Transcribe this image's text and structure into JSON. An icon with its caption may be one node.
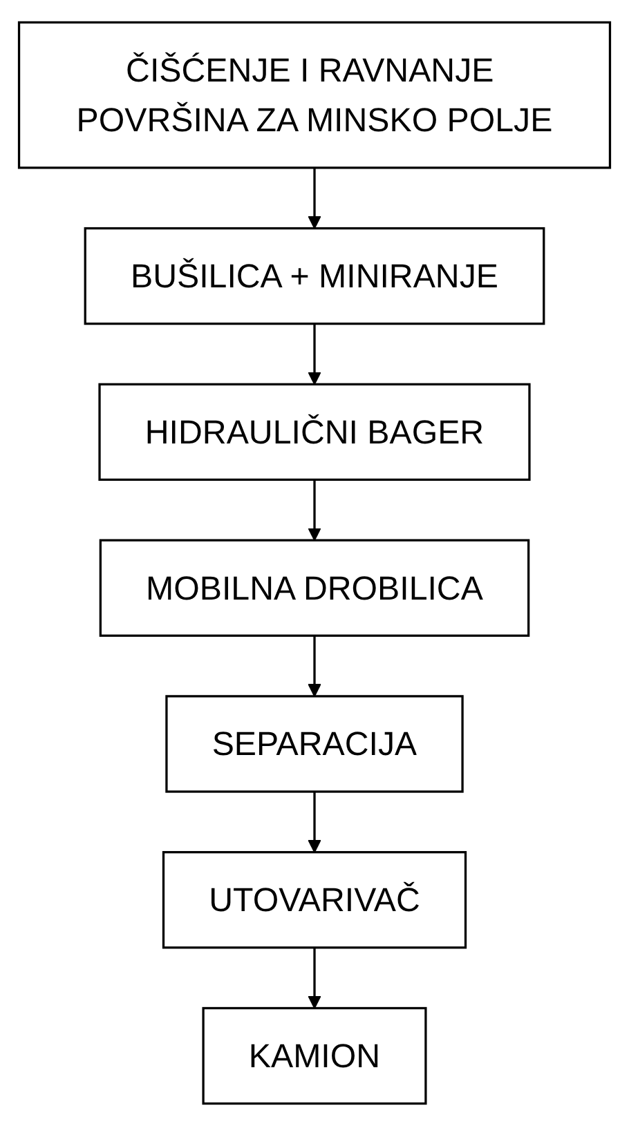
{
  "diagram": {
    "nodes": [
      {
        "text": [
          "ČIŠĆENJE I RAVNANJE POVRŠINA ZA MINSKO POLJE"
        ]
      },
      {
        "text": [
          "BUŠILICA + MINIRANJE"
        ]
      },
      {
        "text": [
          "HIDRAULIČNI BAGER"
        ]
      },
      {
        "text": [
          "MOBILNA DROBILICA"
        ]
      },
      {
        "text": [
          "SEPARACIJA"
        ]
      },
      {
        "text": [
          "UTOVARIVAČ"
        ]
      },
      {
        "text": [
          "KAMION"
        ]
      }
    ],
    "edges": [
      {
        "from": 0,
        "to": 1,
        "arrow": "to"
      },
      {
        "from": 1,
        "to": 2,
        "arrow": "to"
      },
      {
        "from": 2,
        "to": 3,
        "arrow": "to"
      },
      {
        "from": 3,
        "to": 4,
        "arrow": "to"
      },
      {
        "from": 4,
        "to": 5,
        "arrow": "to"
      },
      {
        "from": 5,
        "to": 6,
        "arrow": "to"
      }
    ]
  }
}
